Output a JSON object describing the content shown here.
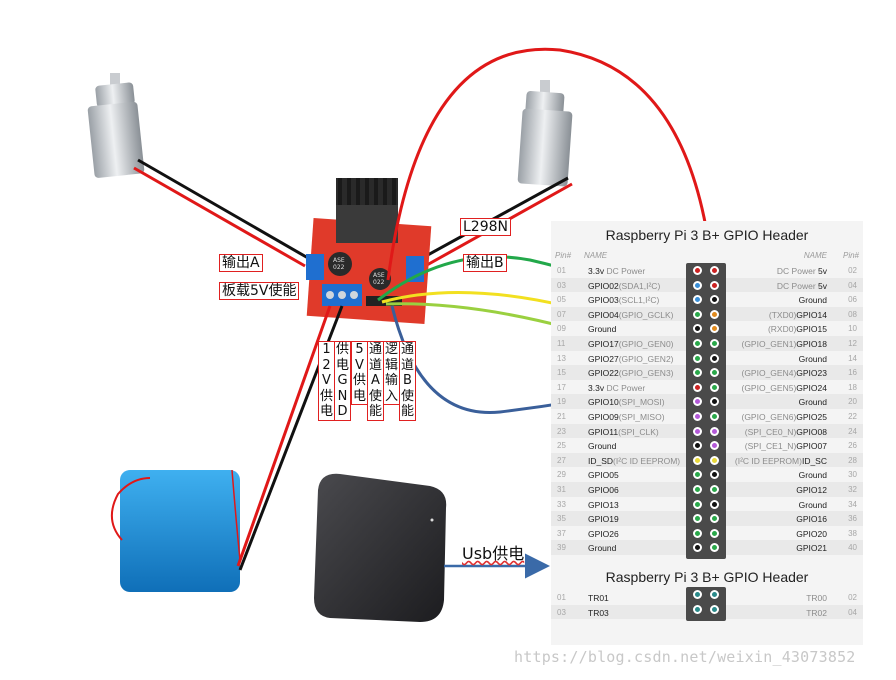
{
  "labels": {
    "out_a": "输出A",
    "onboard_5v": "板载5V使能",
    "chip": "L298N",
    "out_b": "输出B",
    "usb_power": "Usb供电",
    "watermark": "https://blog.csdn.net/weixin_43073852"
  },
  "terminal_columns": [
    {
      "text": [
        "1",
        "2",
        "V",
        "供",
        "电"
      ]
    },
    {
      "text": [
        "供",
        "电",
        "G",
        "N",
        "D"
      ]
    },
    {
      "text": [
        "5",
        "V",
        "供",
        "电"
      ]
    },
    {
      "text": [
        "通",
        "道",
        "A",
        "使",
        "能"
      ]
    },
    {
      "text": [
        "逻",
        "辑",
        "输",
        "入"
      ]
    },
    {
      "text": [
        "通",
        "道",
        "B",
        "使",
        "能"
      ]
    }
  ],
  "driver_board_text": [
    "ASE",
    "022"
  ],
  "gpio_header": {
    "title": "Raspberry Pi 3 B+ GPIO Header",
    "col_pin": "Pin#",
    "col_name": "NAME",
    "rows": [
      {
        "pl": "01",
        "nl": "3.3v",
        "nlg": " DC Power",
        "nr": "DC Power ",
        "nrb": "5v",
        "pr": "02",
        "cl": "#cc2222",
        "cr": "#cc2222"
      },
      {
        "pl": "03",
        "nl": "GPIO02",
        "nlg": "(SDA1,I²C)",
        "nr": "DC Power ",
        "nrb": "5v",
        "pr": "04",
        "cl": "#3a8fd8",
        "cr": "#cc2222"
      },
      {
        "pl": "05",
        "nl": "GPIO03",
        "nlg": "(SCL1,I²C)",
        "nr": "",
        "nrb": "Ground",
        "pr": "06",
        "cl": "#3a8fd8",
        "cr": "#111111"
      },
      {
        "pl": "07",
        "nl": "GPIO04",
        "nlg": "(GPIO_GCLK)",
        "nr": "(TXD0)",
        "nrb": "GPIO14",
        "pr": "08",
        "cl": "#2aa84a",
        "cr": "#e08a1e"
      },
      {
        "pl": "09",
        "nl": "Ground",
        "nlg": "",
        "nr": "(RXD0)",
        "nrb": "GPIO15",
        "pr": "10",
        "cl": "#111111",
        "cr": "#e08a1e"
      },
      {
        "pl": "11",
        "nl": "GPIO17",
        "nlg": "(GPIO_GEN0)",
        "nr": "(GPIO_GEN1)",
        "nrb": "GPIO18",
        "pr": "12",
        "cl": "#2aa84a",
        "cr": "#2aa84a"
      },
      {
        "pl": "13",
        "nl": "GPIO27",
        "nlg": "(GPIO_GEN2)",
        "nr": "",
        "nrb": "Ground",
        "pr": "14",
        "cl": "#2aa84a",
        "cr": "#111111"
      },
      {
        "pl": "15",
        "nl": "GPIO22",
        "nlg": "(GPIO_GEN3)",
        "nr": "(GPIO_GEN4)",
        "nrb": "GPIO23",
        "pr": "16",
        "cl": "#2aa84a",
        "cr": "#2aa84a"
      },
      {
        "pl": "17",
        "nl": "3.3v",
        "nlg": " DC Power",
        "nr": "(GPIO_GEN5)",
        "nrb": "GPIO24",
        "pr": "18",
        "cl": "#cc2222",
        "cr": "#2aa84a"
      },
      {
        "pl": "19",
        "nl": "GPIO10",
        "nlg": "(SPI_MOSI)",
        "nr": "",
        "nrb": "Ground",
        "pr": "20",
        "cl": "#b45ad8",
        "cr": "#111111"
      },
      {
        "pl": "21",
        "nl": "GPIO09",
        "nlg": "(SPI_MISO)",
        "nr": "(GPIO_GEN6)",
        "nrb": "GPIO25",
        "pr": "22",
        "cl": "#b45ad8",
        "cr": "#2aa84a"
      },
      {
        "pl": "23",
        "nl": "GPIO11",
        "nlg": "(SPI_CLK)",
        "nr": "(SPI_CE0_N)",
        "nrb": "GPIO08",
        "pr": "24",
        "cl": "#b45ad8",
        "cr": "#b45ad8"
      },
      {
        "pl": "25",
        "nl": "Ground",
        "nlg": "",
        "nr": "(SPI_CE1_N)",
        "nrb": "GPIO07",
        "pr": "26",
        "cl": "#111111",
        "cr": "#b45ad8"
      },
      {
        "pl": "27",
        "nl": "ID_SD",
        "nlg": "(I²C ID EEPROM)",
        "nr": "(I²C ID EEPROM)",
        "nrb": "ID_SC",
        "pr": "28",
        "cl": "#e8d83a",
        "cr": "#e8d83a"
      },
      {
        "pl": "29",
        "nl": "GPIO05",
        "nlg": "",
        "nr": "",
        "nrb": "Ground",
        "pr": "30",
        "cl": "#2aa84a",
        "cr": "#111111"
      },
      {
        "pl": "31",
        "nl": "GPIO06",
        "nlg": "",
        "nr": "",
        "nrb": "GPIO12",
        "pr": "32",
        "cl": "#2aa84a",
        "cr": "#2aa84a"
      },
      {
        "pl": "33",
        "nl": "GPIO13",
        "nlg": "",
        "nr": "",
        "nrb": "Ground",
        "pr": "34",
        "cl": "#2aa84a",
        "cr": "#111111"
      },
      {
        "pl": "35",
        "nl": "GPIO19",
        "nlg": "",
        "nr": "",
        "nrb": "GPIO16",
        "pr": "36",
        "cl": "#2aa84a",
        "cr": "#2aa84a"
      },
      {
        "pl": "37",
        "nl": "GPIO26",
        "nlg": "",
        "nr": "",
        "nrb": "GPIO20",
        "pr": "38",
        "cl": "#2aa84a",
        "cr": "#2aa84a"
      },
      {
        "pl": "39",
        "nl": "Ground",
        "nlg": "",
        "nr": "",
        "nrb": "GPIO21",
        "pr": "40",
        "cl": "#111111",
        "cr": "#2aa84a"
      }
    ]
  },
  "id_header": {
    "title": "Raspberry Pi 3 B+ GPIO Header",
    "rows": [
      {
        "pl": "01",
        "nl": "TR01",
        "nr": "TR00",
        "pr": "02",
        "cl": "#2a8a8a",
        "cr": "#2a8a8a"
      },
      {
        "pl": "03",
        "nl": "TR03",
        "nr": "TR02",
        "pr": "04",
        "cl": "#2a8a8a",
        "cr": "#2a8a8a"
      }
    ]
  },
  "colors": {
    "wire_red": "#e01818",
    "wire_black": "#111111",
    "wire_green": "#22a84a",
    "wire_yellow": "#f2e020",
    "wire_lightgreen": "#9ad040",
    "wire_blue": "#3a5f9a",
    "board_red": "#e03a2a",
    "battery_blue": "#1f8fd6",
    "terminal_blue": "#1f6fd0"
  }
}
